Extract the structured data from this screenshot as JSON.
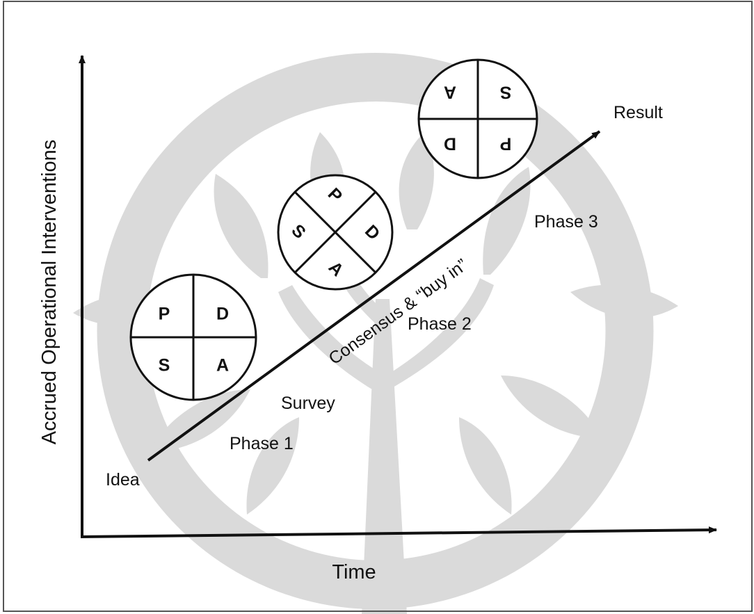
{
  "axes": {
    "y_label": "Accrued Operational Interventions",
    "x_label": "Time"
  },
  "labels": {
    "start": "Idea",
    "end": "Result",
    "phase1": "Phase 1",
    "survey": "Survey",
    "phase2": "Phase 2",
    "phase3": "Phase 3",
    "arrow_caption": "Consensus & “buy in”"
  },
  "cycles": [
    {
      "p": "P",
      "d": "D",
      "s": "S",
      "a": "A"
    },
    {
      "p": "P",
      "d": "D",
      "s": "S",
      "a": "A"
    },
    {
      "p": "P",
      "d": "D",
      "s": "S",
      "a": "A"
    }
  ],
  "colors": {
    "ink": "#111111",
    "watermark": "#d9d9d9",
    "frame": "#555555"
  }
}
